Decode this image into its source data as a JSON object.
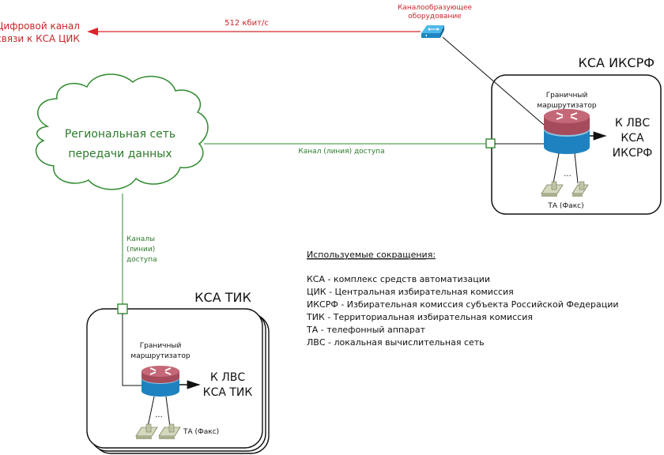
{
  "colors": {
    "red": "#d8262a",
    "green": "#2f8a2f",
    "black": "#111111",
    "router_top": "#b85a6a",
    "router_body": "#2a86c4",
    "switch": "#2a9ad8",
    "phone": "#c8cfb0"
  },
  "cik_link": {
    "label_line1": "Цифровой канал",
    "label_line2": "связи к КСА ЦИК",
    "speed": "512 кбит/с"
  },
  "channel_equipment": {
    "label_line1": "Каналообразующее",
    "label_line2": "оборудование",
    "icon": "switch-icon"
  },
  "cloud": {
    "line1": "Региональная сеть",
    "line2": "передачи данных"
  },
  "access_link_iksrf": {
    "label": "Канал (линия) доступа"
  },
  "access_link_tik": {
    "line1": "Каналы",
    "line2": "(линии)",
    "line3": "доступа"
  },
  "iksrf": {
    "title": "КСА ИКСРФ",
    "router_label_line1": "Граничный",
    "router_label_line2": "маршрутизатор",
    "lan_line1": "К ЛВС",
    "lan_line2": "КСА",
    "lan_line3": "ИКСРФ",
    "ellipsis": "...",
    "phones_label": "ТА (Факс)"
  },
  "tik": {
    "title": "КСА ТИК",
    "router_label_line1": "Граничный",
    "router_label_line2": "маршрутизатор",
    "lan_line1": "К ЛВС",
    "lan_line2": "КСА ТИК",
    "ellipsis": "...",
    "phones_label": "ТА (Факс)"
  },
  "legend": {
    "title": "Используемые сокращения:",
    "items": [
      "КСА - комплекс средств автоматизации",
      "ЦИК - Центральная избирательная комиссия",
      "ИКСРФ - Избирательная комиссия субъекта Российской Федерации",
      "ТИК - Территориальная избирательная комиссия",
      "ТА - телефонный аппарат",
      "ЛВС  - локальная вычислительная сеть"
    ]
  }
}
